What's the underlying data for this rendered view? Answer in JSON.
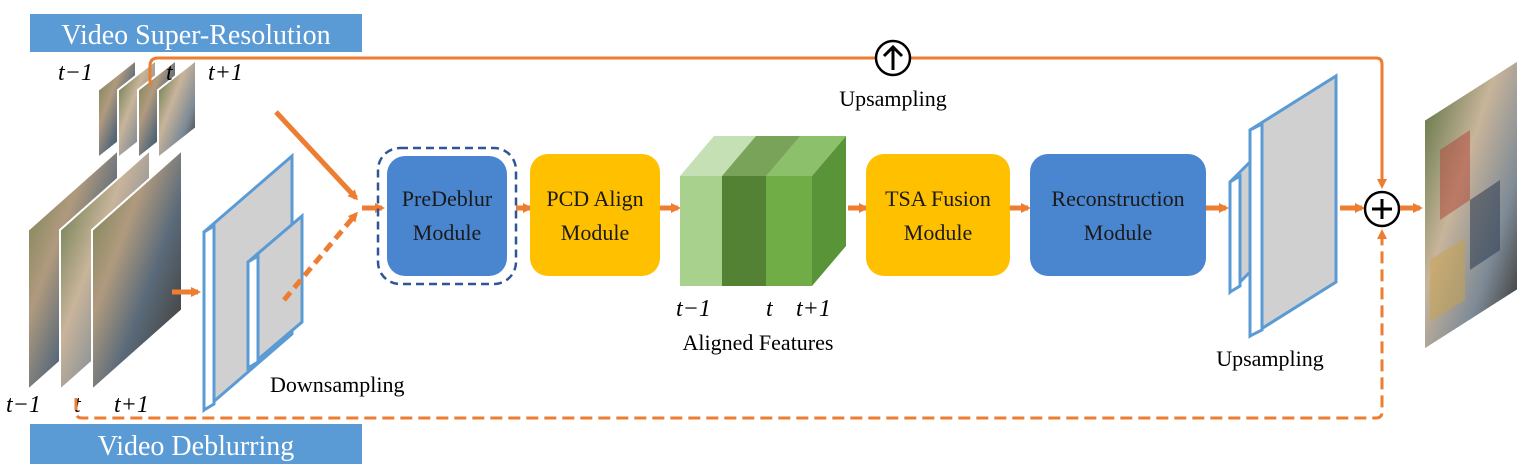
{
  "banners": {
    "top": "Video Super-Resolution",
    "bottom": "Video Deblurring"
  },
  "inputs": {
    "top_frames": [
      "t−1",
      "t",
      "t+1"
    ],
    "bottom_frames": [
      "t−1",
      "t",
      "t+1"
    ]
  },
  "stages": {
    "downsampling": "Downsampling",
    "predeblur": [
      "PreDeblur",
      "Module"
    ],
    "pcd_align": [
      "PCD Align",
      "Module"
    ],
    "aligned_frames": [
      "t−1",
      "t",
      "t+1"
    ],
    "aligned_features": "Aligned Features",
    "tsa_fusion": [
      "TSA Fusion",
      "Module"
    ],
    "reconstruction": [
      "Reconstruction",
      "Module"
    ],
    "upsampling_block": "Upsampling",
    "upsampling_skip": "Upsampling"
  },
  "symbols": {
    "up_arrow": "↑",
    "plus": "+"
  },
  "colors": {
    "banner": "#5b9bd5",
    "blue_module": "#4a86d0",
    "yellow_module": "#ffc000",
    "arrow": "#ed7d31",
    "feature_light": "#a9d18e",
    "feature_dark": "#548235",
    "feature_mid": "#70ad47",
    "block_outline": "#5b9bd5",
    "block_fill": "#d0d0d0"
  }
}
